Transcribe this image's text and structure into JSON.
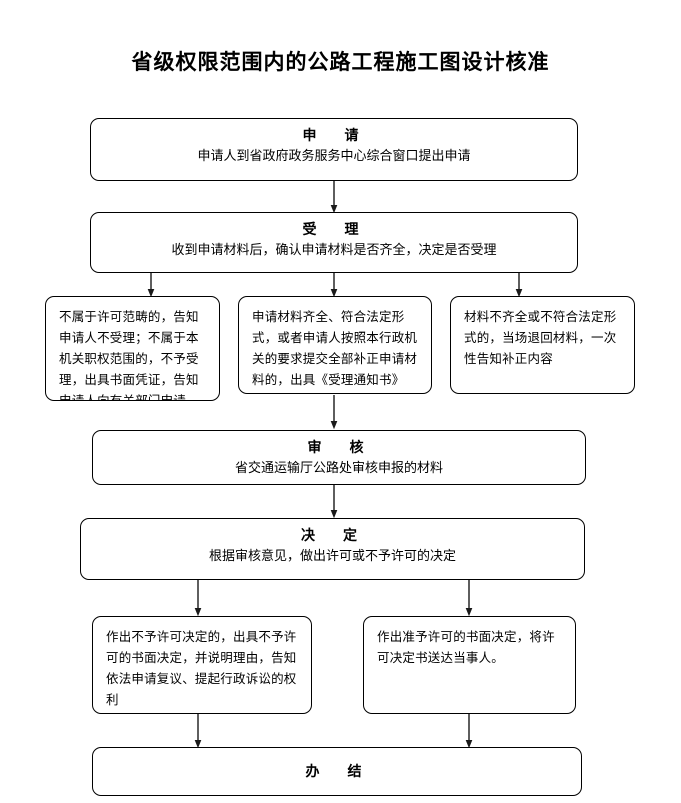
{
  "title": "省级权限范围内的公路工程施工图设计核准",
  "colors": {
    "background": "#ffffff",
    "stroke": "#000000",
    "text": "#000000"
  },
  "nodes": {
    "apply": {
      "head": "申　请",
      "body": "申请人到省政府政务服务中心综合窗口提出申请"
    },
    "accept": {
      "head": "受　理",
      "body": "收到申请材料后，确认申请材料是否齐全，决定是否受理"
    },
    "branch_left": {
      "body": "不属于许可范畴的，告知申请人不受理；不属于本机关职权范围的，不予受理，出具书面凭证，告知申请人向有关部门申请"
    },
    "branch_middle": {
      "body": "申请材料齐全、符合法定形式，或者申请人按照本行政机关的要求提交全部补正申请材料的，出具《受理通知书》"
    },
    "branch_right": {
      "body": "材料不齐全或不符合法定形式的，当场退回材料，一次性告知补正内容"
    },
    "review": {
      "head": "审　核",
      "body": "省交通运输厅公路处审核申报的材料"
    },
    "decide": {
      "head": "决　定",
      "body": "根据审核意见，做出许可或不予许可的决定"
    },
    "decision_deny": {
      "body": "作出不予许可决定的，出具不予许可的书面决定，并说明理由，告知依法申请复议、提起行政诉讼的权利"
    },
    "decision_grant": {
      "body": "作出准予许可的书面决定，将许可决定书送达当事人。"
    },
    "finish": {
      "head": "办　结"
    }
  },
  "chart_data": {
    "type": "diagram",
    "title": "省级权限范围内的公路工程施工图设计核准",
    "layout": "top-down flowchart",
    "nodes": [
      {
        "id": "apply",
        "label": "申　请",
        "detail": "申请人到省政府政务服务中心综合窗口提出申请",
        "level": 1
      },
      {
        "id": "accept",
        "label": "受　理",
        "detail": "收到申请材料后，确认申请材料是否齐全，决定是否受理",
        "level": 2
      },
      {
        "id": "branch_left",
        "label": "不属于许可范畴的，告知申请人不受理；不属于本机关职权范围的，不予受理，出具书面凭证，告知申请人向有关部门申请",
        "level": 3
      },
      {
        "id": "branch_middle",
        "label": "申请材料齐全、符合法定形式，或者申请人按照本行政机关的要求提交全部补正申请材料的，出具《受理通知书》",
        "level": 3
      },
      {
        "id": "branch_right",
        "label": "材料不齐全或不符合法定形式的，当场退回材料，一次性告知补正内容",
        "level": 3
      },
      {
        "id": "review",
        "label": "审　核",
        "detail": "省交通运输厅公路处审核申报的材料",
        "level": 4
      },
      {
        "id": "decide",
        "label": "决　定",
        "detail": "根据审核意见，做出许可或不予许可的决定",
        "level": 5
      },
      {
        "id": "decision_deny",
        "label": "作出不予许可决定的，出具不予许可的书面决定，并说明理由，告知依法申请复议、提起行政诉讼的权利",
        "level": 6
      },
      {
        "id": "decision_grant",
        "label": "作出准予许可的书面决定，将许可决定书送达当事人。",
        "level": 6
      },
      {
        "id": "finish",
        "label": "办　结",
        "level": 7
      }
    ],
    "edges": [
      {
        "from": "apply",
        "to": "accept"
      },
      {
        "from": "accept",
        "to": "branch_left"
      },
      {
        "from": "accept",
        "to": "branch_middle"
      },
      {
        "from": "accept",
        "to": "branch_right"
      },
      {
        "from": "branch_middle",
        "to": "review"
      },
      {
        "from": "review",
        "to": "decide"
      },
      {
        "from": "decide",
        "to": "decision_deny"
      },
      {
        "from": "decide",
        "to": "decision_grant"
      },
      {
        "from": "decision_deny",
        "to": "finish"
      },
      {
        "from": "decision_grant",
        "to": "finish"
      }
    ]
  }
}
